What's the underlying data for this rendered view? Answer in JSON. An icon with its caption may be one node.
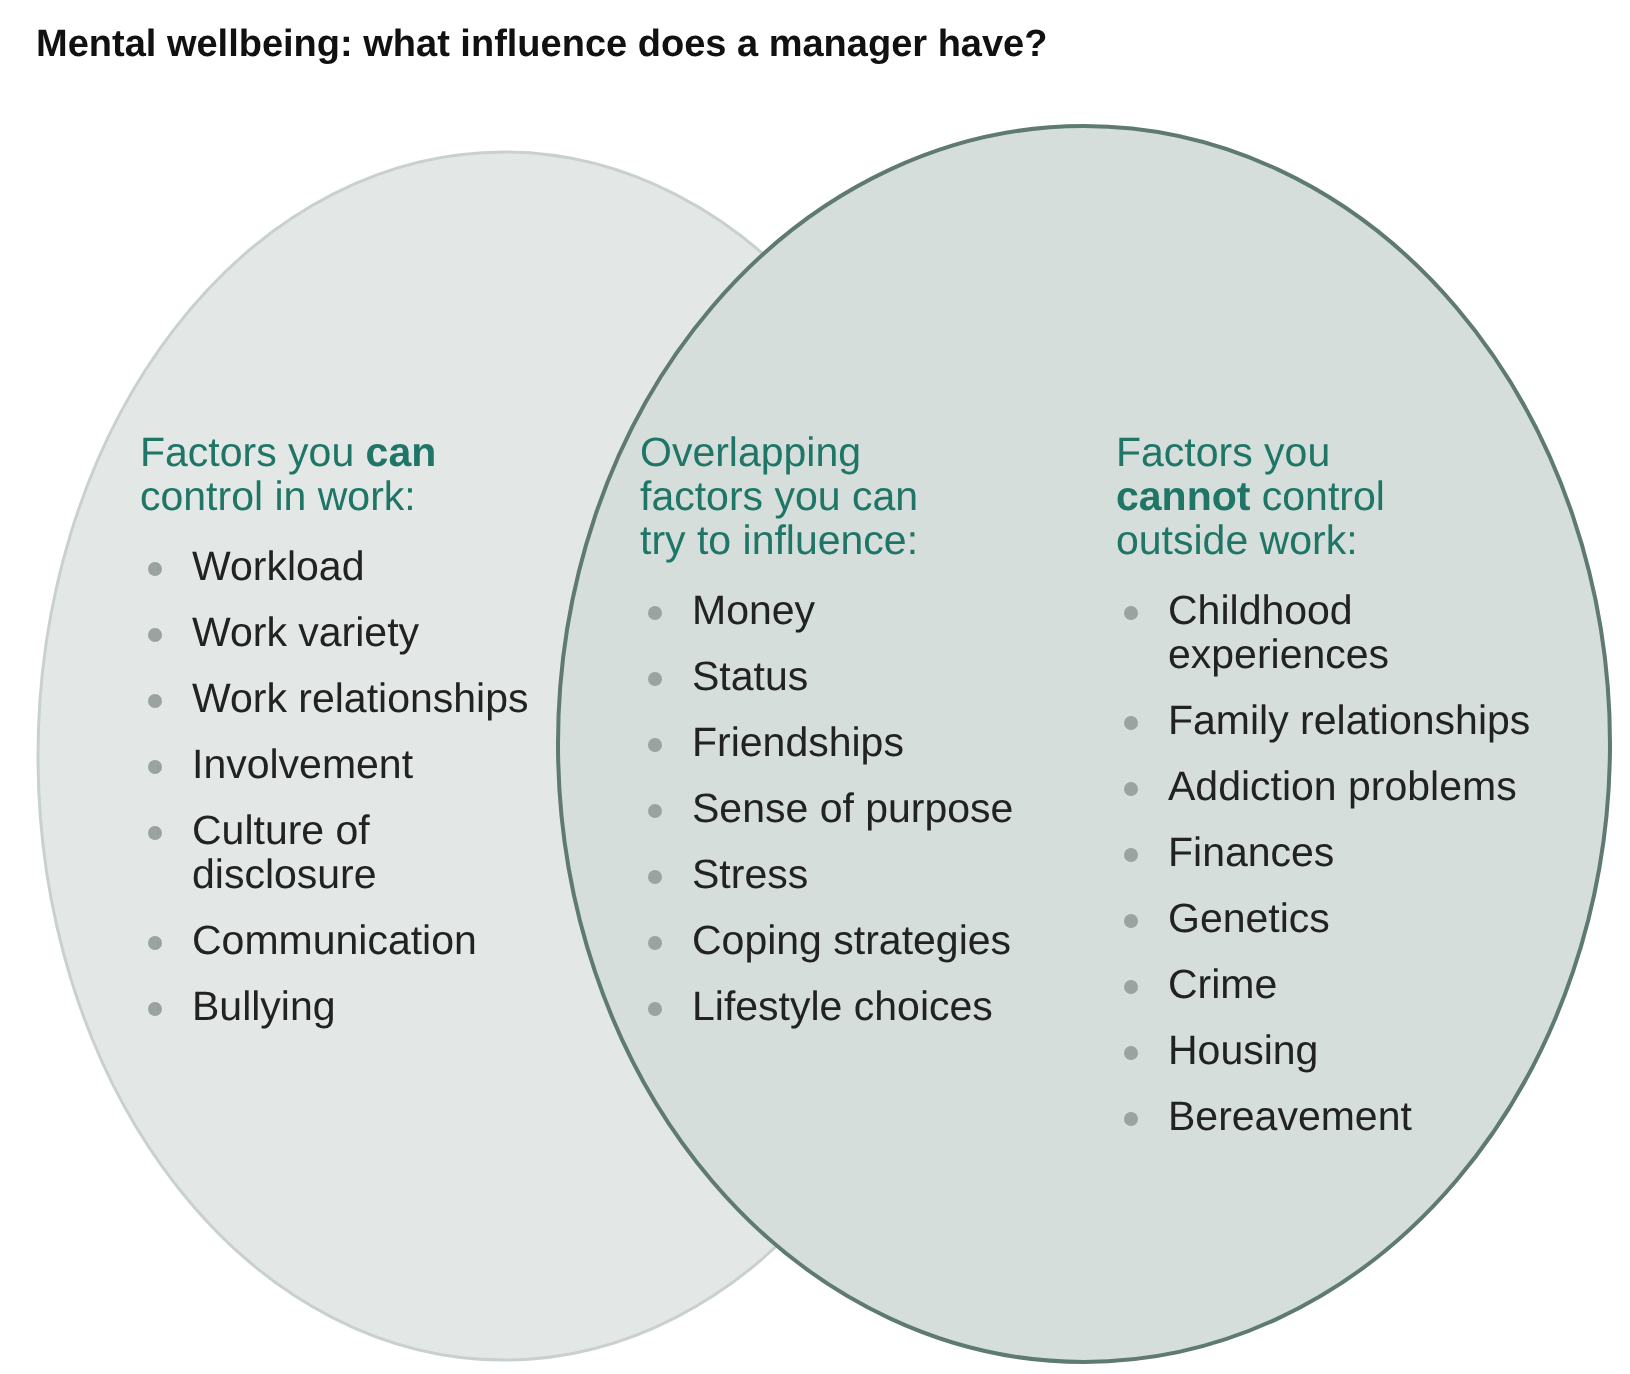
{
  "diagram": {
    "title": "Mental wellbeing: what influence does a manager have?",
    "nodes": [
      {
        "text": [
          "Factors you **can** control in work:",
          "Workload",
          "Work variety",
          "Work relationships",
          "Involvement",
          "Culture of disclosure",
          "Communication",
          "Bullying"
        ]
      },
      {
        "text": [
          "Overlapping factors you can try to influence:",
          "Money",
          "Status",
          "Friendships",
          "Sense of purpose",
          "Stress",
          "Coping strategies",
          "Lifestyle choices"
        ]
      },
      {
        "text": [
          "Factors you **cannot** control outside work:",
          "Childhood experiences",
          "Family relationships",
          "Addiction problems",
          "Finances",
          "Genetics",
          "Crime",
          "Housing",
          "Bereavement"
        ]
      }
    ]
  }
}
